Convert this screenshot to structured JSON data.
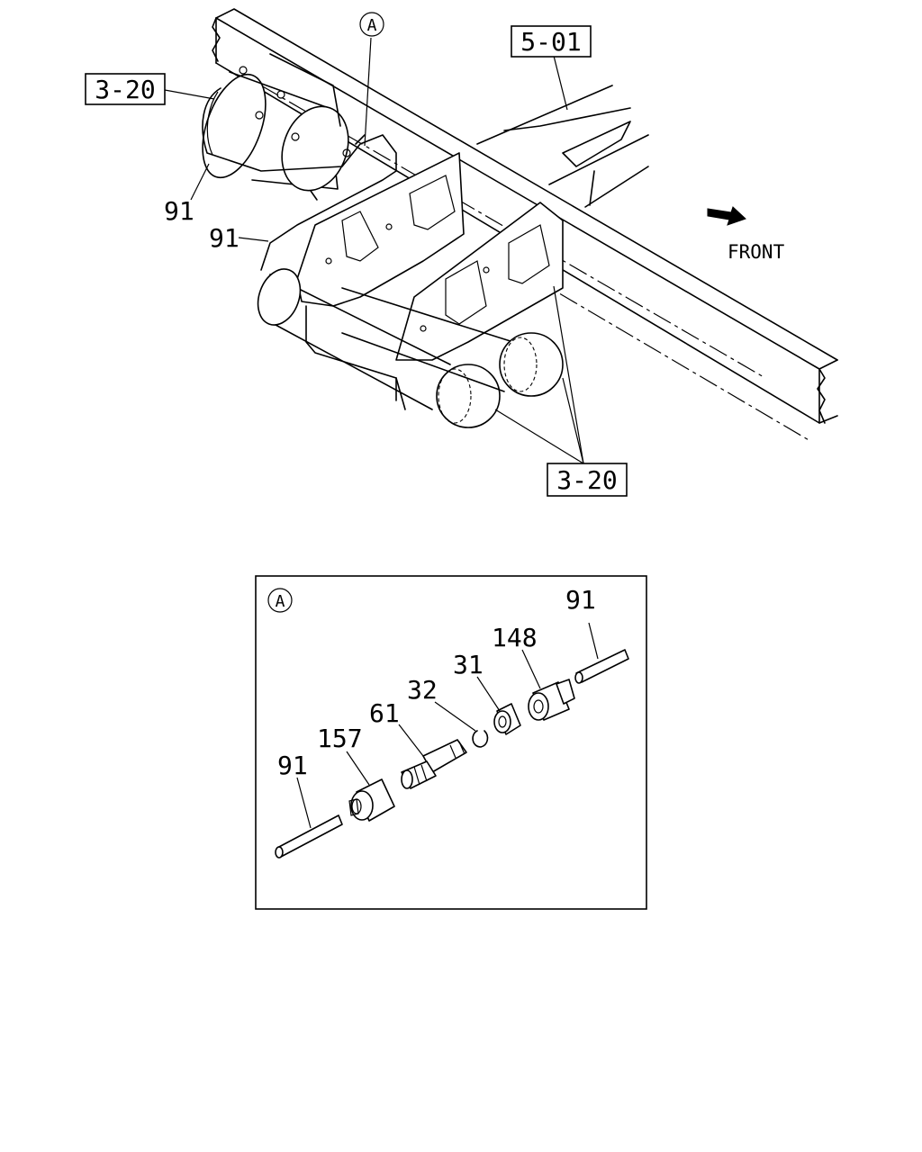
{
  "callouts": {
    "ref_3_20_top": "3-20",
    "ref_5_01": "5-01",
    "ref_3_20_bottom": "3-20",
    "marker_a_top": "A",
    "part_91_left": "91",
    "part_91_mid": "91",
    "front": "FRONT"
  },
  "detail": {
    "marker": "A",
    "parts": {
      "p91_right": "91",
      "p148": "148",
      "p31": "31",
      "p32": "32",
      "p61": "61",
      "p157": "157",
      "p91_left": "91"
    }
  }
}
